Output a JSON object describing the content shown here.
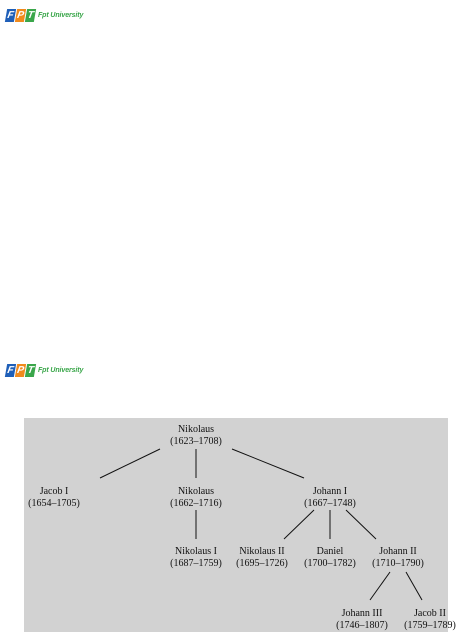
{
  "logo": {
    "letters": [
      "F",
      "P",
      "T"
    ],
    "text": "Fpt University"
  },
  "logo2": {
    "letters": [
      "F",
      "P",
      "T"
    ],
    "text": "Fpt University"
  },
  "tree": {
    "nodes": [
      {
        "name": "Nikolaus",
        "years": "(1623–1708)"
      },
      {
        "name": "Jacob I",
        "years": "(1654–1705)"
      },
      {
        "name": "Nikolaus",
        "years": "(1662–1716)"
      },
      {
        "name": "Johann I",
        "years": "(1667–1748)"
      },
      {
        "name": "Nikolaus I",
        "years": "(1687–1759)"
      },
      {
        "name": "Nikolaus II",
        "years": "(1695–1726)"
      },
      {
        "name": "Daniel",
        "years": "(1700–1782)"
      },
      {
        "name": "Johann II",
        "years": "(1710–1790)"
      },
      {
        "name": "Johann III",
        "years": "(1746–1807)"
      },
      {
        "name": "Jacob II",
        "years": "(1759–1789)"
      }
    ],
    "edges": [
      [
        0,
        1
      ],
      [
        0,
        2
      ],
      [
        0,
        3
      ],
      [
        2,
        4
      ],
      [
        3,
        5
      ],
      [
        3,
        6
      ],
      [
        3,
        7
      ],
      [
        7,
        8
      ],
      [
        7,
        9
      ]
    ]
  }
}
